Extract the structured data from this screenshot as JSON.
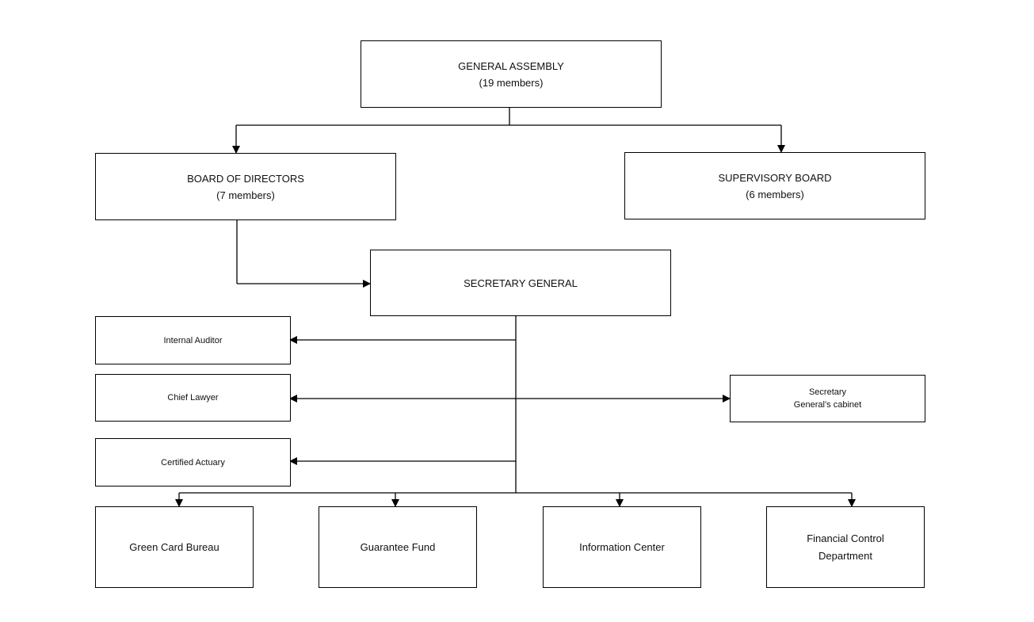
{
  "general_assembly": {
    "title": "GENERAL ASSEMBLY",
    "members": "(19 members)"
  },
  "board_of_directors": {
    "title": "BOARD OF DIRECTORS",
    "members": "(7 members)"
  },
  "supervisory_board": {
    "title": "SUPERVISORY BOARD",
    "members": "(6 members)"
  },
  "secretary_general": {
    "title": "SECRETARY GENERAL"
  },
  "internal_auditor": {
    "title": "Internal Auditor"
  },
  "chief_lawyer": {
    "title": "Chief Lawyer"
  },
  "certified_actuary": {
    "title": "Certified Actuary"
  },
  "sg_cabinet": {
    "line1": "Secretary",
    "line2": "General’s cabinet"
  },
  "departments": {
    "green_card": "Green Card Bureau",
    "guarantee_fund": "Guarantee Fund",
    "information_center": "Information Center",
    "financial_control_line1": "Financial Control",
    "financial_control_line2": "Department"
  }
}
